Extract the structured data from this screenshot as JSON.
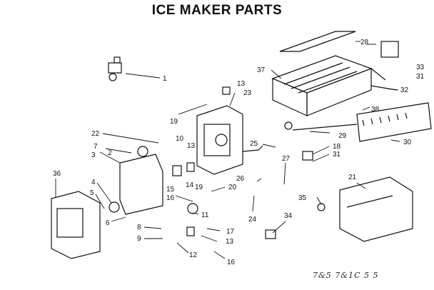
{
  "title": "ICE MAKER PARTS",
  "footer": "7&5 7&1C   5   5",
  "labels": [
    "1",
    "2",
    "3",
    "4",
    "5",
    "6",
    "7",
    "8",
    "9",
    "10",
    "11",
    "12",
    "13",
    "13",
    "13",
    "14",
    "15",
    "16",
    "16",
    "17",
    "18",
    "19",
    "19",
    "20",
    "21",
    "22",
    "23",
    "24",
    "25",
    "26",
    "27",
    "28",
    "29",
    "30",
    "31",
    "31",
    "32",
    "33",
    "34",
    "35",
    "36",
    "37",
    "38"
  ]
}
